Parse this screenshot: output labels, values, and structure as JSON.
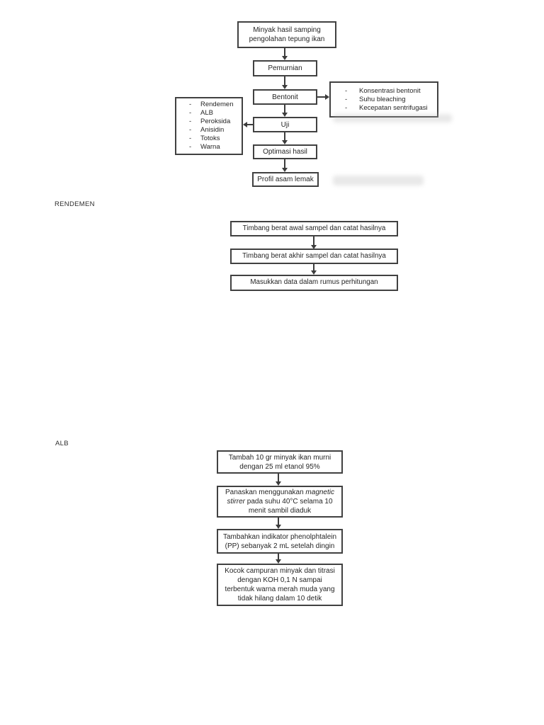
{
  "bullet": "-",
  "colors": {
    "background": "#ffffff",
    "border": "#414141",
    "text": "#262626",
    "arrow": "#3c3c3c"
  },
  "flowchart": {
    "nodes": {
      "source": "Minyak hasil samping\npengolahan tepung ikan",
      "pemurnian": "Pemurnian",
      "bentonit": "Bentonit",
      "uji": "Uji",
      "optimasi": "Optimasi hasil",
      "profil": "Profil asam lemak"
    },
    "test_parameters": {
      "items": [
        "Rendemen",
        "ALB",
        "Peroksida",
        "Anisidin",
        "Totoks",
        "Warna"
      ]
    },
    "bleaching_parameters": {
      "items": [
        "Konsentrasi bentonit",
        "Suhu bleaching",
        "Kecepatan sentrifugasi"
      ]
    }
  },
  "rendemen": {
    "label": "RENDEMEN",
    "steps": [
      "Timbang berat awal sampel dan catat hasilnya",
      "Timbang berat akhir sampel dan catat hasilnya",
      "Masukkan data dalam rumus perhitungan"
    ]
  },
  "alb": {
    "label": "ALB",
    "step1": "Tambah 10 gr minyak ikan murni\ndengan 25 ml etanol 95%",
    "step2_pre": "Panaskan menggunakan ",
    "step2_italic": "magnetic\nstirrer",
    "step2_post": " pada suhu 40°C selama 10\nmenit sambil diaduk",
    "step3": "Tambahkan indikator phenolphtalein\n(PP) sebanyak 2 mL setelah dingin",
    "step4": "Kocok campuran minyak dan titrasi\ndengan KOH 0,1 N sampai\nterbentuk warna merah muda yang\ntidak hilang dalam 10 detik"
  }
}
